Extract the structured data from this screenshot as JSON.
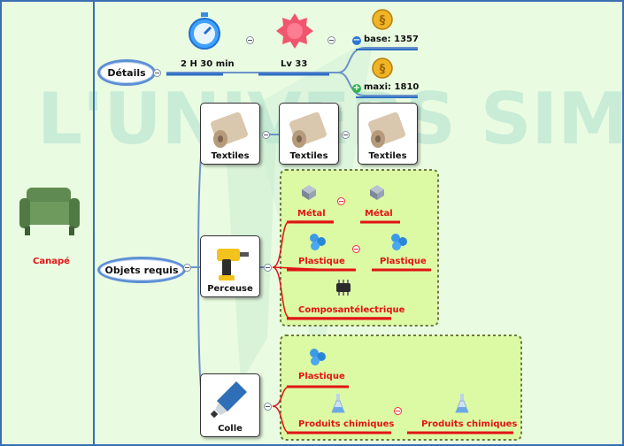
{
  "object": {
    "name": "Canapé"
  },
  "details": {
    "label": "Détails",
    "time": "2 H 30 min",
    "level": "Lv 33",
    "base_label": "base: 1357",
    "max_label": "maxi: 1810"
  },
  "required": {
    "label": "Objets requis",
    "textiles": [
      "Textiles",
      "Textiles",
      "Textiles"
    ],
    "tools": [
      {
        "name": "Perceuse",
        "parts": [
          "Métal",
          "Métal",
          "Plastique",
          "Plastique",
          "Composantélectrique"
        ]
      },
      {
        "name": "Colle",
        "parts": [
          "Plastique",
          "Produits chimiques",
          "Produits chimiques"
        ]
      }
    ]
  },
  "watermark": "L'UNIVERS SIMS",
  "colors": {
    "accent": "#3b6fb1",
    "link": "#e11414",
    "group_fill": "#dcfaa4",
    "group_border": "#6c7a3a"
  }
}
